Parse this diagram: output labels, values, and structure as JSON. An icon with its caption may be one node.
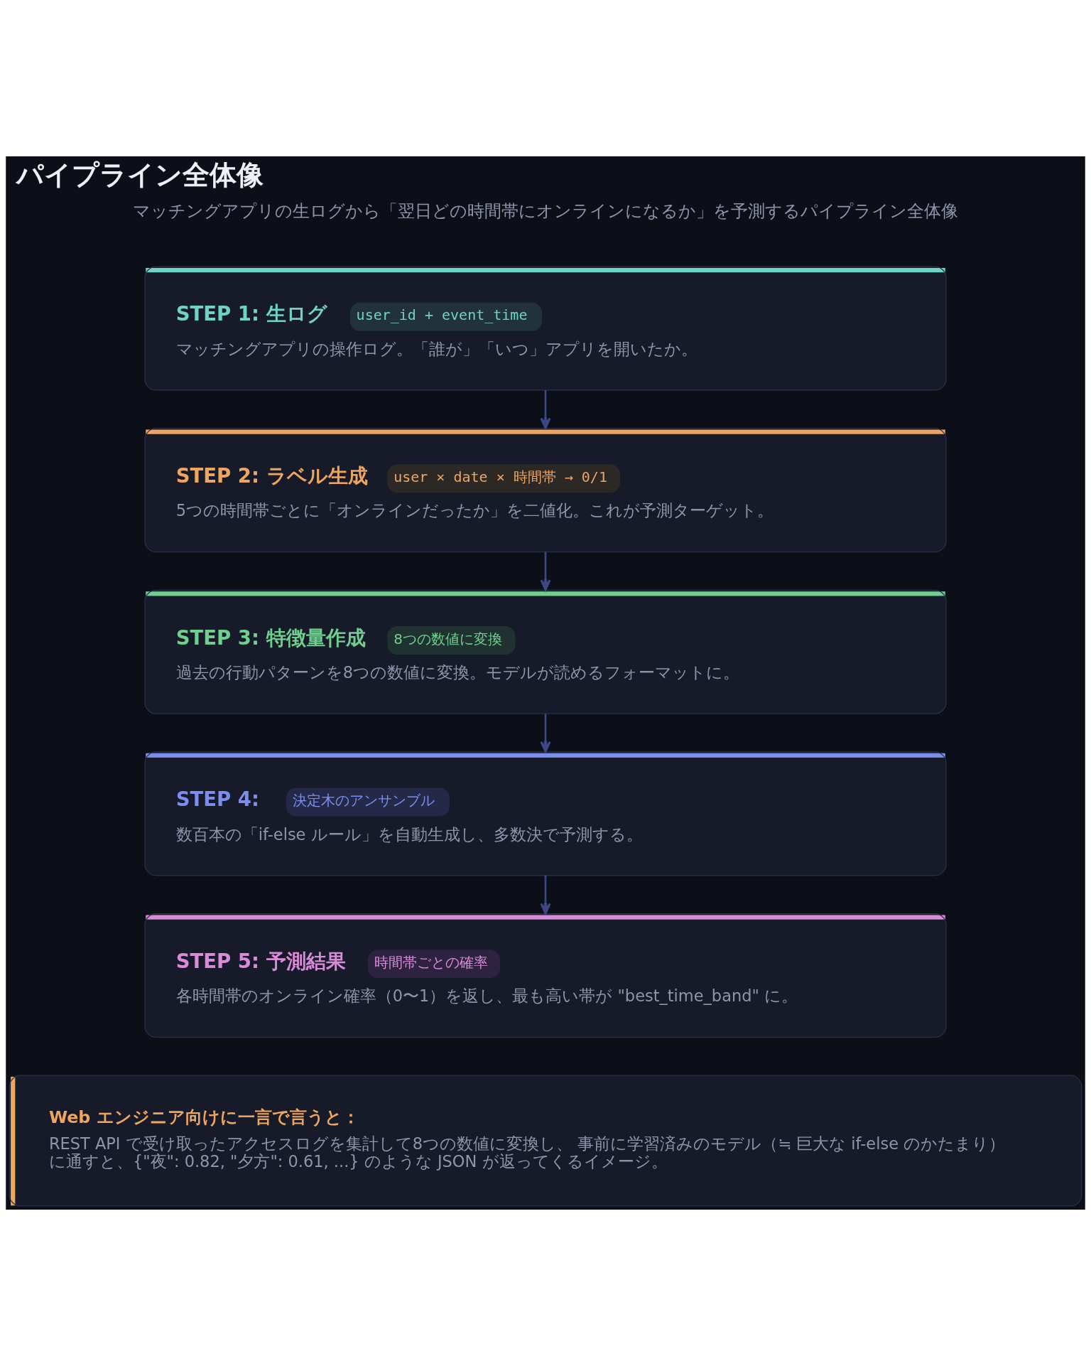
{
  "diagram": {
    "title": "パイプライン全体像",
    "nodes": [
      {
        "text": [
          "STEP 1: 生ログ",
          "user_id + event_time",
          "マッチングアプリの操作ログ。「誰が」「いつ」アプリを開いたか。"
        ]
      },
      {
        "text": [
          "STEP 2: ラベル生成",
          "user × date × 時間帯 → 0/1",
          "5つの時間帯ごとに「オンラインだったか」を二値化。これが予測ターゲット。"
        ]
      },
      {
        "text": [
          "STEP 3: 特徴量作成",
          "8つの数値に変換",
          "過去の行動パターンを8つの数値に変換。モデルが読めるフォーマットに。"
        ]
      },
      {
        "text": [
          "STEP 4:",
          "決定木のアンサンブル",
          "数百本の「if-else ルール」を自動生成し、多数決で予測する。"
        ]
      },
      {
        "text": [
          "STEP 5: 予測結果",
          "時間帯ごとの確率",
          "各時間帯のオンライン確率（0〜1）を返し、最も高い帯が \"best_time_band\" に。"
        ]
      },
      {
        "text": [
          "Web エンジニア向けに一言で言うと：",
          "REST API で受け取ったアクセスログを集計して8つの数値に変換し、 事前に学習済みのモデル（≒ 巨大な if-else のかたまり）に通すと、{\"夜\": 0.82, \"夕方\": 0.61, ...} のような JSON が返ってくるイメージ。"
        ]
      }
    ],
    "edges": [
      {
        "from": 0,
        "to": 1,
        "arrow": "to"
      },
      {
        "from": 1,
        "to": 2,
        "arrow": "to"
      },
      {
        "from": 2,
        "to": 3,
        "arrow": "to"
      },
      {
        "from": 3,
        "to": 4,
        "arrow": "to"
      }
    ],
    "labels": [
      "マッチングアプリの生ログから「翌日どの時間帯にオンラインになるか」を予測するパイプライン全体像"
    ]
  }
}
